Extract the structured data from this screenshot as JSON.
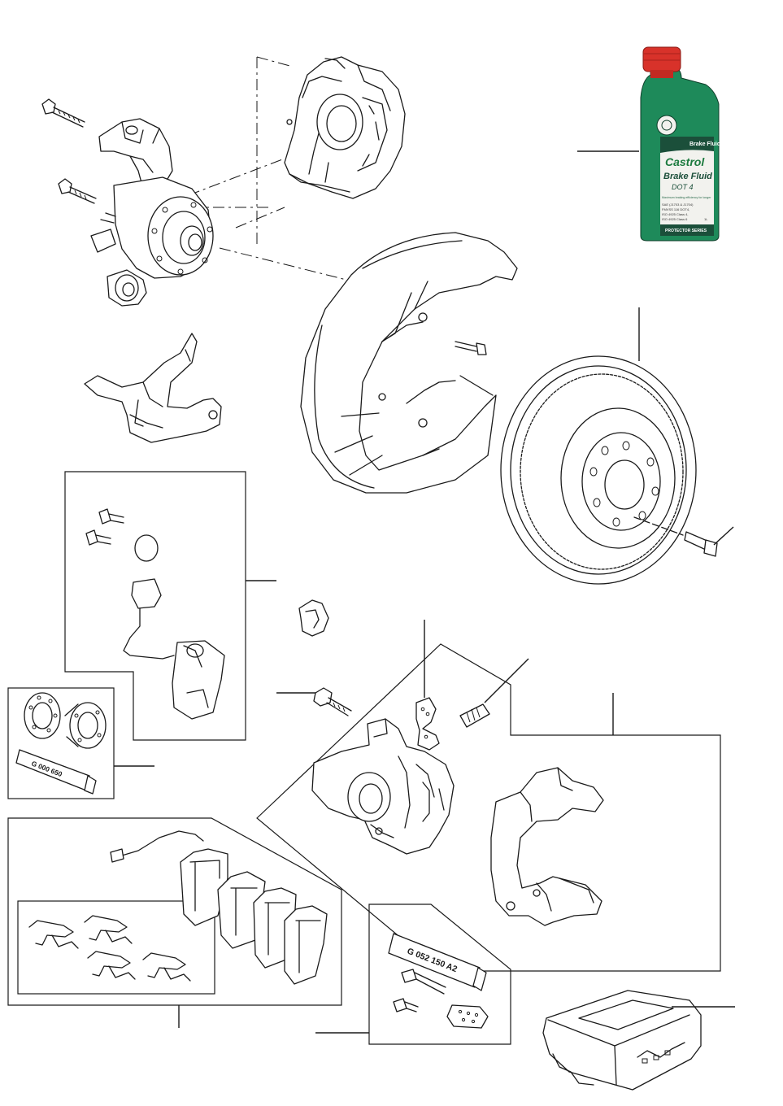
{
  "colors": {
    "line": "#1a1a1a",
    "bottle_cap": "#d8322a",
    "bottle_body": "#1e8a5a",
    "bottle_label": "#f2f2ee",
    "bottle_band": "#1b4f3a"
  },
  "bottle": {
    "brand": "Castrol",
    "top_label": "Brake Fluid",
    "product": "Brake Fluid",
    "grade": "DOT 4",
    "tagline": "Maximum braking efficiency for longer",
    "spec1": "SAE (J1703 & J1704)",
    "spec2": "FMVSS 116 DOT4,",
    "spec3": "ISO 4925 Class 4,",
    "spec4": "ISO 4925 Class 6",
    "series": "PROTECTOR SERIES",
    "volume": "1L"
  },
  "tubes": {
    "grease_small": "G 000 650",
    "grease_large": "G 052 150 A2"
  }
}
